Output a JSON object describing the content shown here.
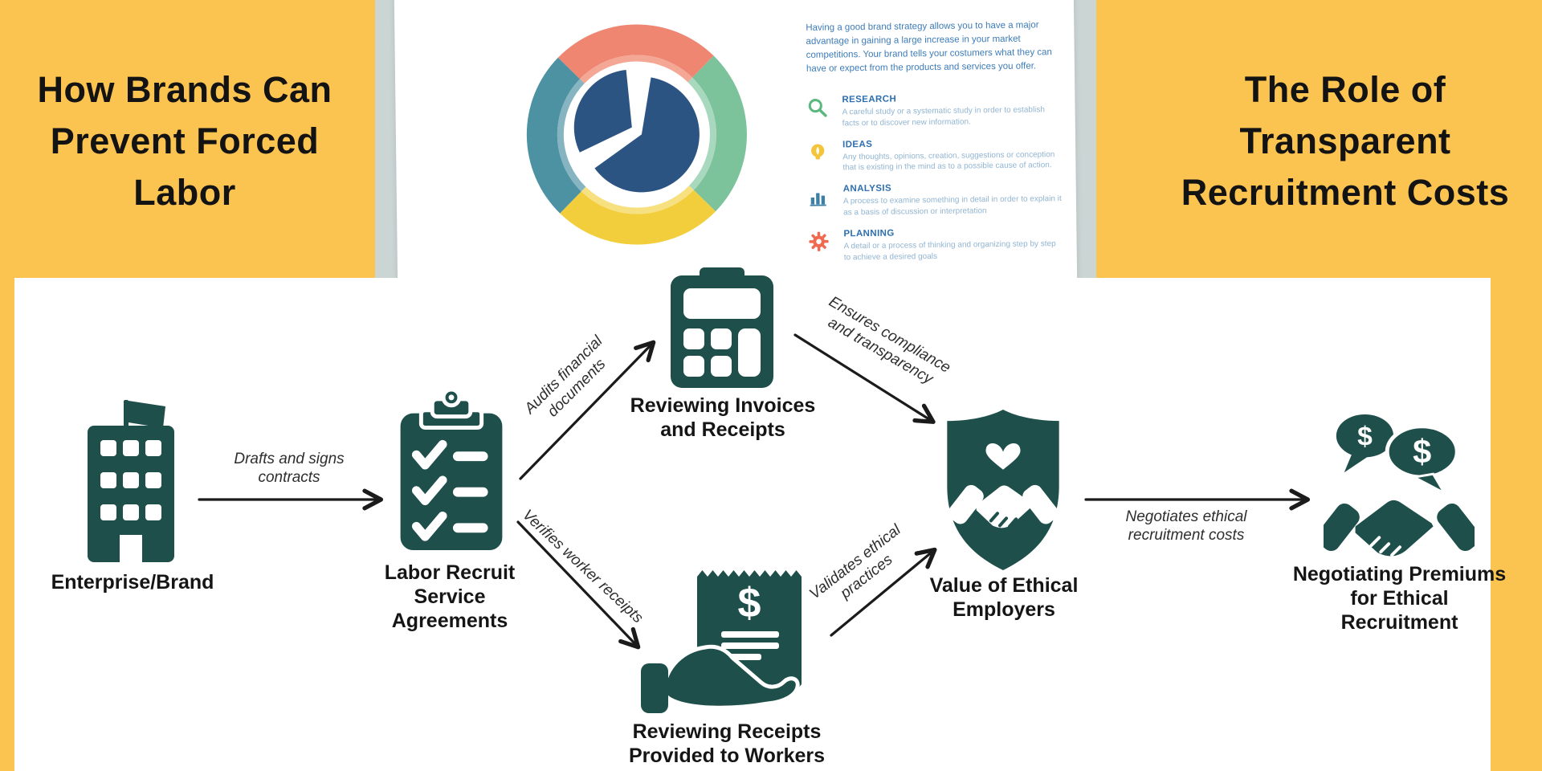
{
  "banners": {
    "left": {
      "lines": [
        "How Brands Can",
        "Prevent Forced",
        "Labor"
      ]
    },
    "right": {
      "lines": [
        "The Role of",
        "Transparent",
        "Recruitment Costs"
      ]
    }
  },
  "document_photo": {
    "intro": "Having a good brand strategy allows you to have a major advantage in gaining a large increase in your market competitions. Your brand tells your costumers what they can have or expect from the products and services you offer.",
    "sections": [
      {
        "icon": "magnifier-icon",
        "title": "RESEARCH",
        "body": "A careful study or a systematic study in order to establish facts or to discover new information."
      },
      {
        "icon": "lightbulb-icon",
        "title": "IDEAS",
        "body": "Any thoughts, opinions, creation, suggestions or conception that is existing in the mind as to a possible cause of action."
      },
      {
        "icon": "bar-chart-icon",
        "title": "ANALYSIS",
        "body": "A process to examine something in detail in order to explain it as a basis of discussion or interpretation"
      },
      {
        "icon": "gear-icon",
        "title": "PLANNING",
        "body": "A detail or a process of thinking and organizing step by step to achieve a desired goals"
      }
    ]
  },
  "flowchart": {
    "nodes": [
      {
        "id": "enterprise-brand",
        "icon": "office-building-icon",
        "lines": [
          "Enterprise/Brand"
        ]
      },
      {
        "id": "labor-recruit-service-agreements",
        "icon": "clipboard-checklist-icon",
        "lines": [
          "Labor Recruit",
          "Service",
          "Agreements"
        ]
      },
      {
        "id": "reviewing-invoices-and-receipts",
        "icon": "calculator-icon",
        "lines": [
          "Reviewing Invoices",
          "and Receipts"
        ]
      },
      {
        "id": "reviewing-receipts-provided-to-workers",
        "icon": "hand-receipt-icon",
        "lines": [
          "Reviewing Receipts",
          "Provided to Workers"
        ]
      },
      {
        "id": "value-of-ethical-employers",
        "icon": "shield-handshake-icon",
        "lines": [
          "Value of Ethical",
          "Employers"
        ]
      },
      {
        "id": "negotiating-premiums-for-ethical-recruitment",
        "icon": "money-talk-handshake-icon",
        "lines": [
          "Negotiating Premiums",
          "for Ethical",
          "Recruitment"
        ]
      }
    ],
    "edges": [
      {
        "from": "enterprise-brand",
        "to": "labor-recruit-service-agreements",
        "lines": [
          "Drafts and signs",
          "contracts"
        ]
      },
      {
        "from": "labor-recruit-service-agreements",
        "to": "reviewing-invoices-and-receipts",
        "lines": [
          "Audits financial",
          "documents"
        ]
      },
      {
        "from": "labor-recruit-service-agreements",
        "to": "reviewing-receipts-provided-to-workers",
        "lines": [
          "Verifies worker receipts"
        ]
      },
      {
        "from": "reviewing-invoices-and-receipts",
        "to": "value-of-ethical-employers",
        "lines": [
          "Ensures compliance",
          "and transparency"
        ]
      },
      {
        "from": "reviewing-receipts-provided-to-workers",
        "to": "value-of-ethical-employers",
        "lines": [
          "Validates ethical",
          "practices"
        ]
      },
      {
        "from": "value-of-ethical-employers",
        "to": "negotiating-premiums-for-ethical-recruitment",
        "lines": [
          "Negotiates ethical",
          "recruitment costs"
        ]
      }
    ]
  },
  "icons": {
    "dollar": "$"
  },
  "colors": {
    "background": "#FBC451",
    "icon_teal": "#1E4F4B",
    "panel": "#FFFFFF",
    "photo_backdrop": "#CBD5D4",
    "arrow": "#1B1B1B",
    "doc_heading_blue": "#2E6FB0",
    "doc_body_blue": "#92B5D2",
    "pie_coral": "#EE8672",
    "pie_green": "#7CC39B",
    "pie_yellow": "#F2CE3C",
    "pie_teal": "#4D92A3",
    "pie_navy": "#2C5483"
  }
}
